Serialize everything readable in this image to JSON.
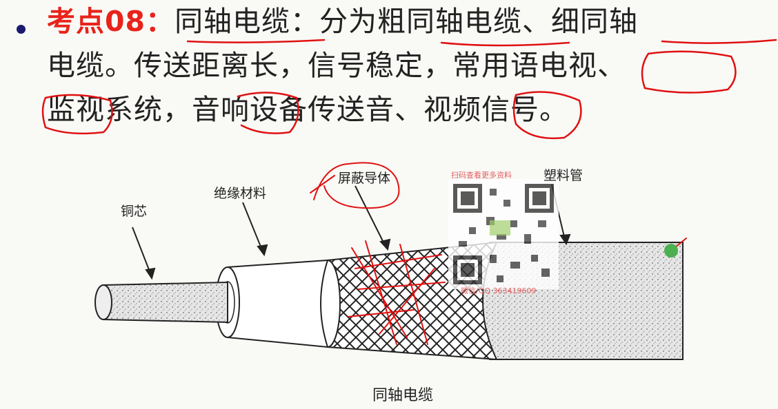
{
  "slide": {
    "bullet_lines": [
      {
        "label": "考点08：",
        "text": "同轴电缆：分为粗同轴电缆、细同轴"
      },
      {
        "text": "电缆。传送距离长，信号稳定，常用语电视、"
      },
      {
        "text": "监视系统，音响设备传送音、视频信号。"
      }
    ]
  },
  "diagram": {
    "labels": {
      "core": "铜芯",
      "insulation": "绝缘材料",
      "shield": "屏蔽导体",
      "jacket": "塑料管"
    },
    "caption": "同轴电缆"
  },
  "watermark": {
    "top_text": "扫码查看更多资料",
    "bottom_text": "微信/QQ 363419609"
  },
  "colors": {
    "keypoint": "#e8231a",
    "annotation": "#e01010",
    "bullet": "#1b1b6e"
  }
}
